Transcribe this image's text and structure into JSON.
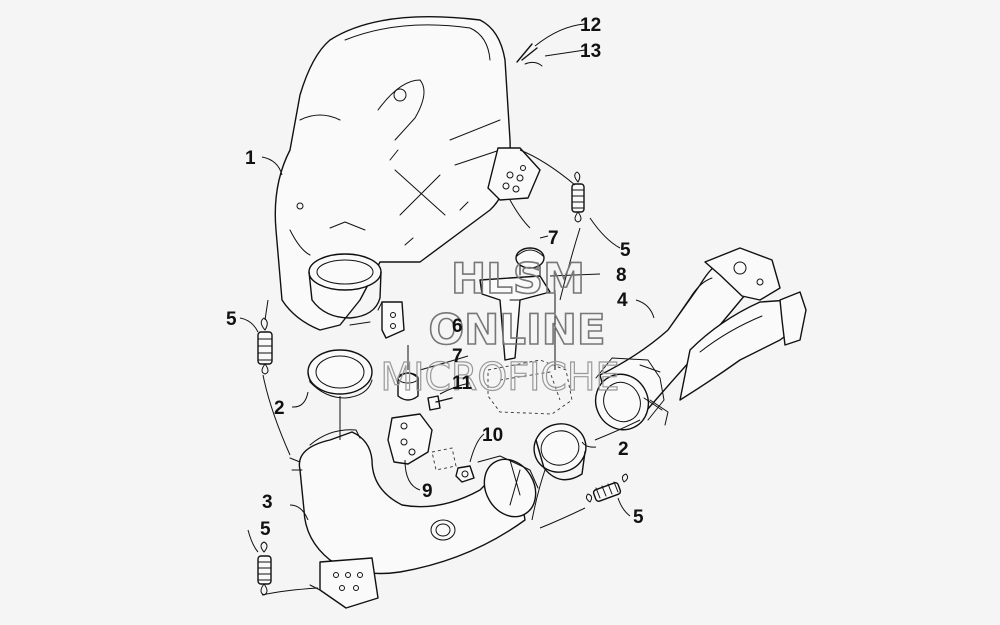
{
  "callouts": {
    "c1": "1",
    "c2a": "2",
    "c2b": "2",
    "c3": "3",
    "c4": "4",
    "c5a": "5",
    "c5b": "5",
    "c5c": "5",
    "c5d": "5",
    "c6": "6",
    "c7a": "7",
    "c7b": "7",
    "c8": "8",
    "c9": "9",
    "c10": "10",
    "c11": "11",
    "c12": "12",
    "c13": "13"
  },
  "watermark": {
    "line1": "HLSM",
    "line2": "ONLINE",
    "line3": "MICROFICHE"
  }
}
